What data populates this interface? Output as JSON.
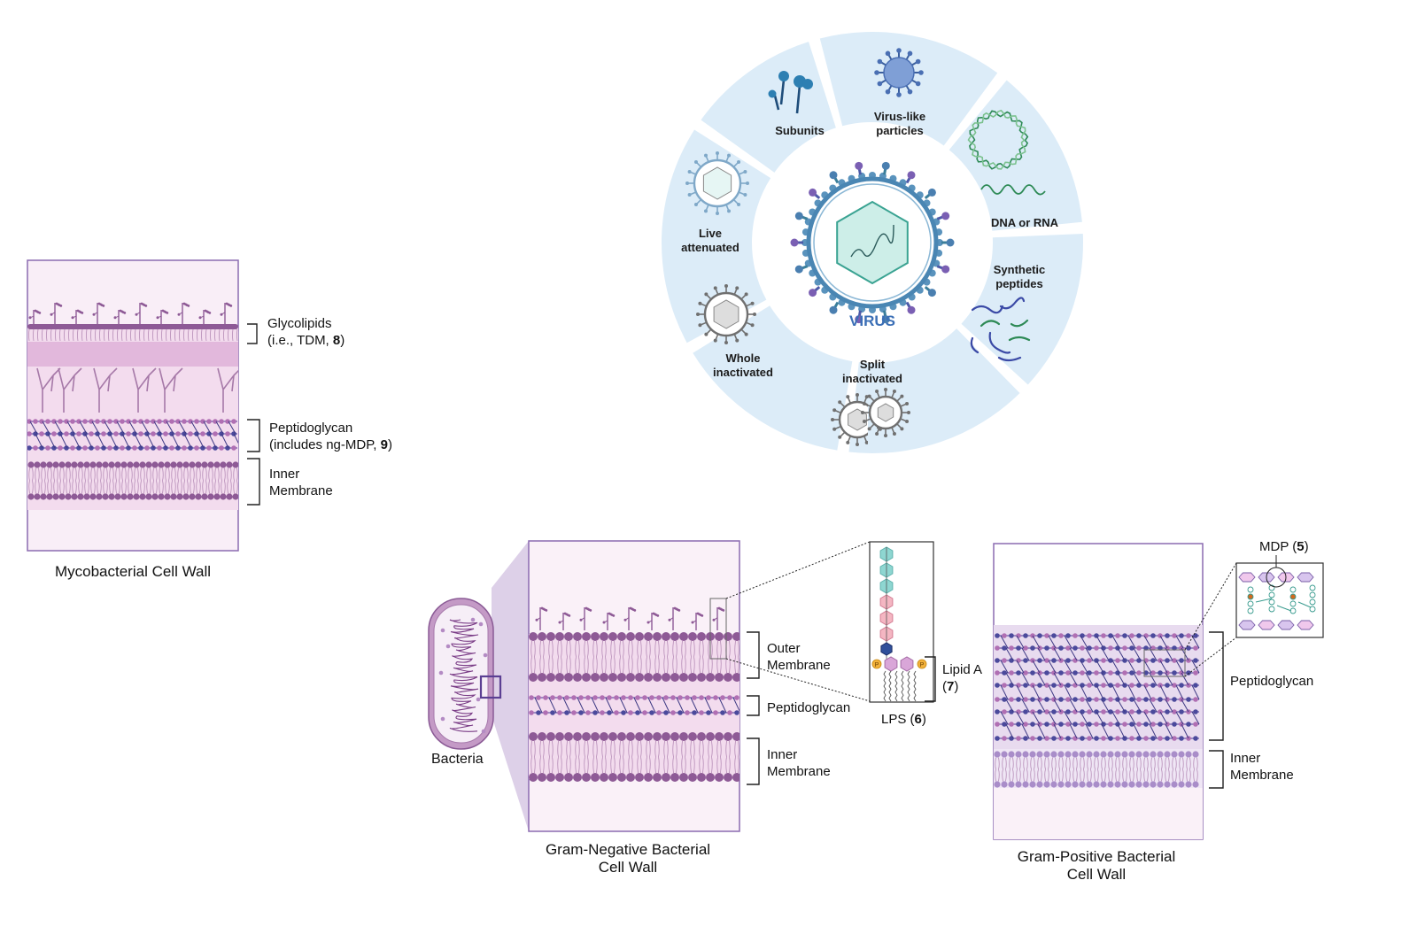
{
  "mycobacterial": {
    "caption": "Mycobacterial Cell Wall",
    "glycolipids_line1": "Glycolipids",
    "glycolipids_line2_pre": "(i.e., TDM, ",
    "glycolipids_num": "8",
    "glycolipids_line2_post": ")",
    "peptidoglycan_line1": "Peptidoglycan",
    "peptidoglycan_line2_pre": "(includes ng-MDP, ",
    "peptidoglycan_num": "9",
    "peptidoglycan_line2_post": ")",
    "inner_line1": "Inner",
    "inner_line2": "Membrane"
  },
  "virus_wheel": {
    "center": "VIRUS",
    "segments": [
      {
        "line1": "Subunits",
        "line2": ""
      },
      {
        "line1": "Virus-like",
        "line2": "particles"
      },
      {
        "line1": "DNA or RNA",
        "line2": ""
      },
      {
        "line1": "Synthetic",
        "line2": "peptides"
      },
      {
        "line1": "Split",
        "line2": "inactivated"
      },
      {
        "line1": "Whole",
        "line2": "inactivated"
      },
      {
        "line1": "Live",
        "line2": "attenuated"
      }
    ]
  },
  "gram_negative": {
    "bacteria_label": "Bacteria",
    "caption_line1": "Gram-Negative Bacterial",
    "caption_line2": "Cell Wall",
    "outer_line1": "Outer",
    "outer_line2": "Membrane",
    "peptidoglycan": "Peptidoglycan",
    "inner_line1": "Inner",
    "inner_line2": "Membrane",
    "lps_pre": "LPS (",
    "lps_num": "6",
    "lps_post": ")",
    "lipid_a_line1": "Lipid A",
    "lipid_a_pre": "(",
    "lipid_a_num": "7",
    "lipid_a_post": ")",
    "phosphate": "P"
  },
  "gram_positive": {
    "caption_line1": "Gram-Positive Bacterial",
    "caption_line2": "Cell Wall",
    "peptidoglycan": "Peptidoglycan",
    "inner_line1": "Inner",
    "inner_line2": "Membrane",
    "mdp_pre": "MDP (",
    "mdp_num": "5",
    "mdp_post": ")"
  },
  "colors": {
    "frame": "#8b6bb1",
    "lipid_head": "#8e5a96",
    "pg_dark": "#4b4a9c",
    "pg_light": "#b06fb3",
    "pink_band": "#e2b8dc",
    "pink_light": "#f6e7f3",
    "wheel_fill": "#dcecf8",
    "virus_ring": "#5a93bd",
    "capsid": "#cdeee8",
    "hex_teal": "#8ed6d1",
    "hex_pink": "#f4b6c2",
    "hex_blue": "#2f4f9a",
    "phosphate": "#f2b13a"
  }
}
